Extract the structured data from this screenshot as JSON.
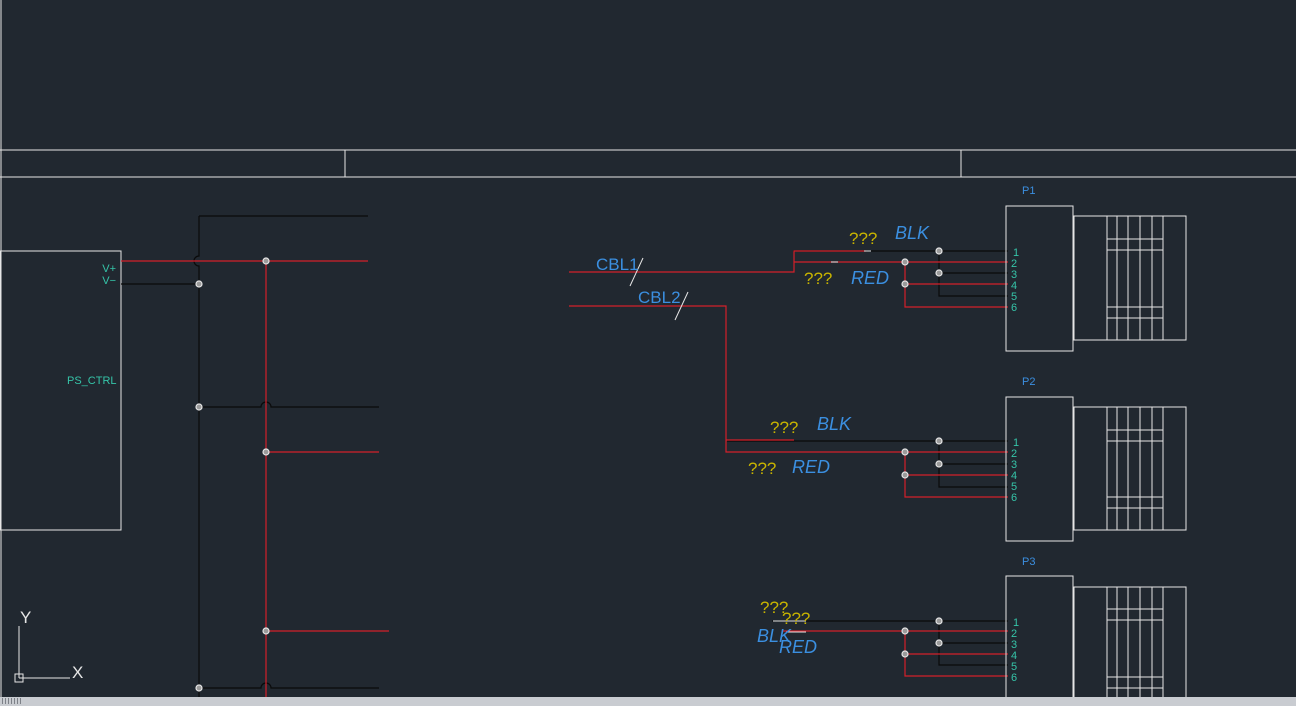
{
  "colors": {
    "background": "#212830",
    "frame": "#e6e6e6",
    "wire_red": "#d4202a",
    "wire_black": "#0a0a0a",
    "pin_text": "#35c4a8",
    "cable_text": "#3b8fe0",
    "unknown_text": "#c8b400",
    "status_bar": "#c9ccd1"
  },
  "power_supply": {
    "tag": "PS_CTRL",
    "pins": [
      "V+",
      "V−"
    ]
  },
  "cables": [
    "CBL1",
    "CBL2"
  ],
  "connectors": [
    {
      "tag": "P1",
      "pins": [
        "1",
        "2",
        "3",
        "4",
        "5",
        "6"
      ],
      "conductors": [
        {
          "label": "???",
          "color": "BLK"
        },
        {
          "label": "???",
          "color": "RED"
        }
      ]
    },
    {
      "tag": "P2",
      "pins": [
        "1",
        "2",
        "3",
        "4",
        "5",
        "6"
      ],
      "conductors": [
        {
          "label": "???",
          "color": "BLK"
        },
        {
          "label": "???",
          "color": "RED"
        }
      ]
    },
    {
      "tag": "P3",
      "pins": [
        "1",
        "2",
        "3",
        "4",
        "5",
        "6"
      ],
      "conductors": [
        {
          "label": "???",
          "color": "BLK"
        },
        {
          "label": "???",
          "color": "RED"
        }
      ]
    }
  ],
  "ucs": {
    "x_label": "X",
    "y_label": "Y"
  }
}
